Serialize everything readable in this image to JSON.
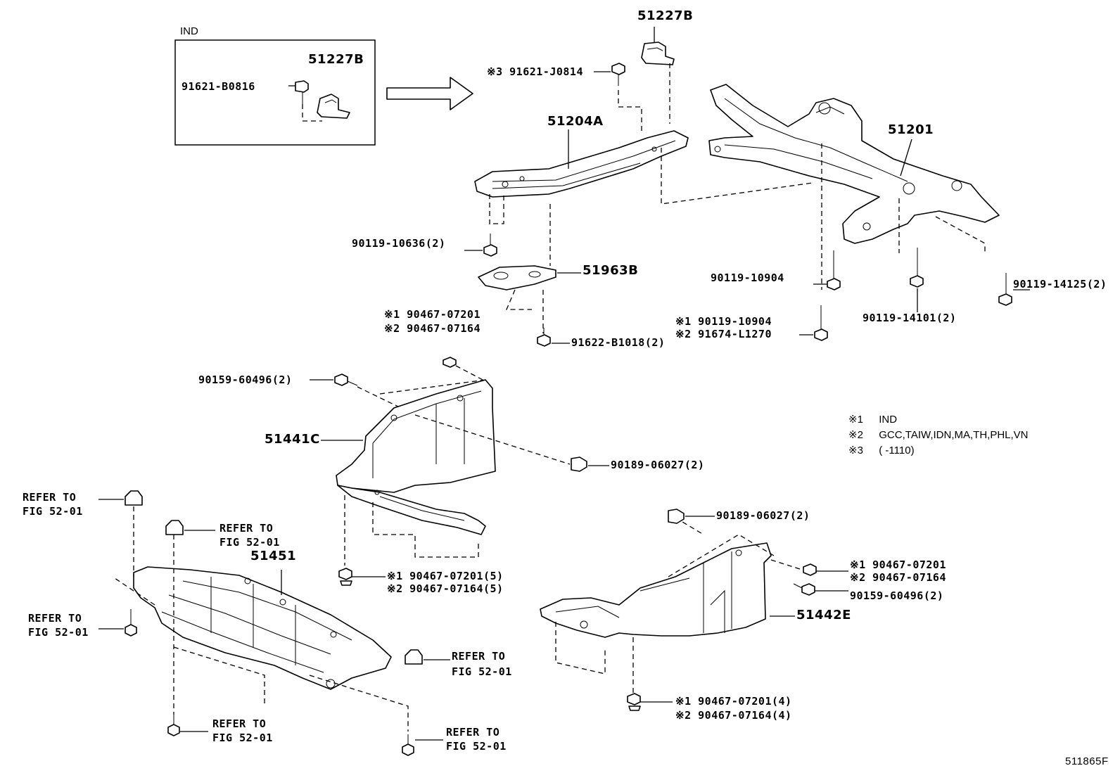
{
  "inset": {
    "title": "IND",
    "part": "51227B",
    "bolt": "91621-B0816"
  },
  "parts": {
    "p51227b": "51227B",
    "p51204a": "51204A",
    "p51201": "51201",
    "p51963b": "51963B",
    "p51441c": "51441C",
    "p51451": "51451",
    "p51442e": "51442E"
  },
  "callouts": {
    "c_91621_j0814": "※3 91621-J0814",
    "c_90119_10636": "90119-10636(2)",
    "c_90119_10904": "90119-10904",
    "c_90119_14125": "90119-14125(2)",
    "c_90119_14101": "90119-14101(2)",
    "c_x1_90119_10904": "※1 90119-10904",
    "c_x2_91674_l1270": "※2 91674-L1270",
    "c_x1_90467_07201_a": "※1 90467-07201",
    "c_x2_90467_07164_a": "※2 90467-07164",
    "c_91622_b1018": "91622-B1018(2)",
    "c_90159_60496_a": "90159-60496(2)",
    "c_90189_06027_a": "90189-06027(2)",
    "c_x1_90467_07201_5": "※1 90467-07201(5)",
    "c_x2_90467_07164_5": "※2 90467-07164(5)",
    "c_90189_06027_b": "90189-06027(2)",
    "c_x1_90467_07201_b": "※1 90467-07201",
    "c_x2_90467_07164_b": "※2 90467-07164",
    "c_90159_60496_b": "90159-60496(2)",
    "c_x1_90467_07201_4": "※1 90467-07201(4)",
    "c_x2_90467_07164_4": "※2 90467-07164(4)"
  },
  "refer": {
    "r1a": "REFER TO",
    "r1b": "FIG 52-01",
    "r2a": "REFER TO",
    "r2b": "FIG 52-01",
    "r3a": "REFER TO",
    "r3b": "FIG 52-01",
    "r4a": "REFER TO",
    "r4b": "FIG 52-01",
    "r5a": "REFER TO",
    "r5b": "FIG 52-01",
    "r6a": "REFER TO",
    "r6b": "FIG 52-01"
  },
  "notes": [
    {
      "mark": "※1",
      "text": "IND"
    },
    {
      "mark": "※2",
      "text": "GCC,TAIW,IDN,MA,TH,PHL,VN"
    },
    {
      "mark": "※3",
      "text": "(        -1110)"
    }
  ],
  "figure_code": "511865F"
}
